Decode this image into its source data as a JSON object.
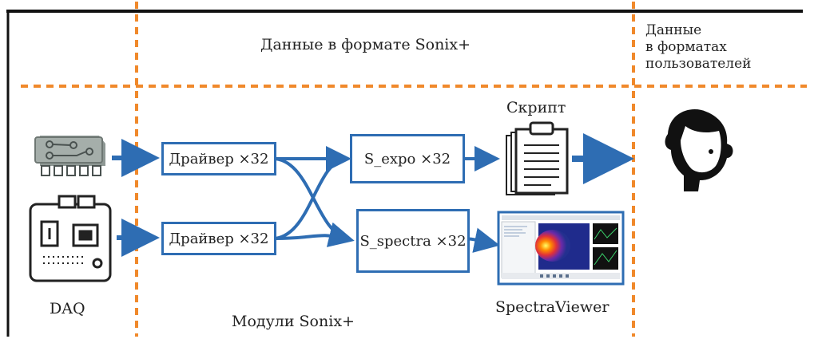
{
  "header": {
    "sonix_data": "Данные в  формате Sonix+",
    "user_data_lines": [
      "Данные",
      "в форматах",
      "пользователей"
    ]
  },
  "source": {
    "label": "DAQ"
  },
  "modules": {
    "label": "Модули Sonix+",
    "driver_top": "Драйвер ×32",
    "driver_bottom": "Драйвер ×32",
    "s_expo": "S_expo ×32",
    "s_spectra": "S_spectra ×32"
  },
  "outputs": {
    "script_label": "Скрипт",
    "viewer_label": "SpectraViewer"
  },
  "colors": {
    "divider": "#f0892b",
    "box_border": "#2e6db3",
    "arrow": "#2e6db3"
  },
  "icons": [
    "daq-board-icon",
    "circuit-board-icon",
    "clipboard-icon",
    "user-icon",
    "spectraviewer-screenshot"
  ]
}
